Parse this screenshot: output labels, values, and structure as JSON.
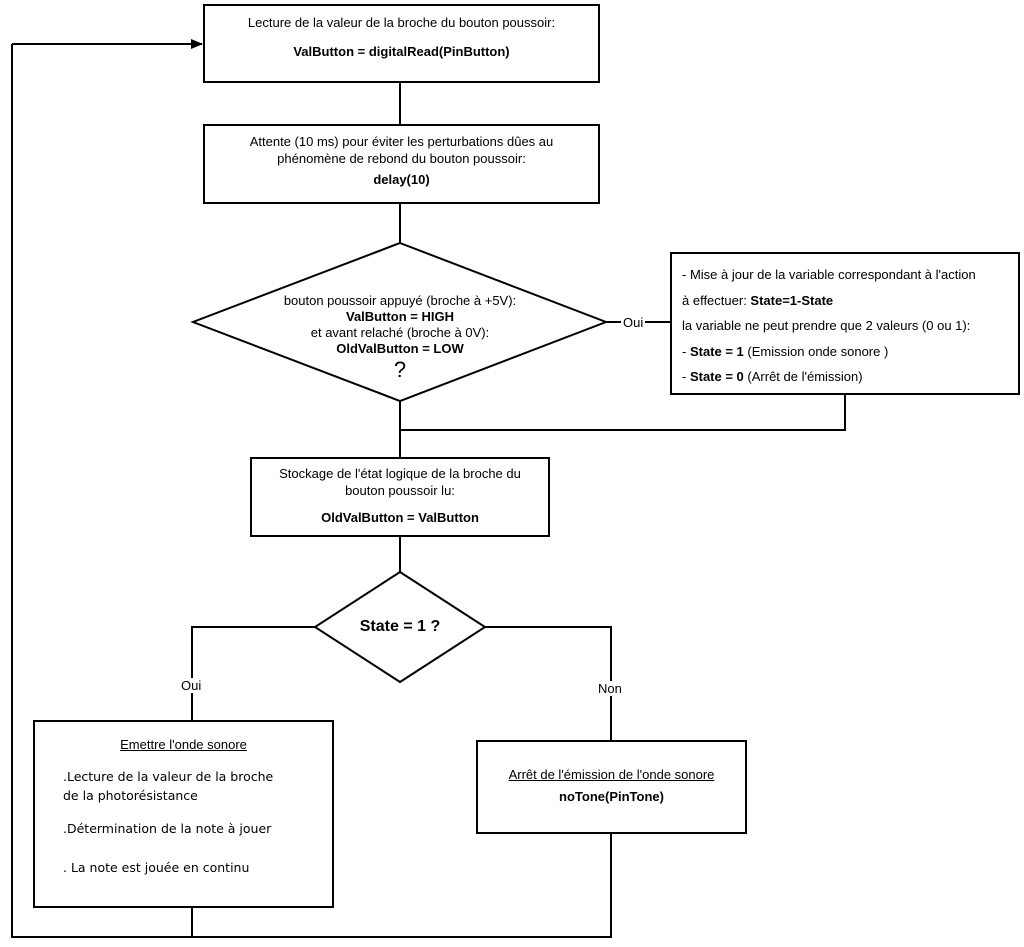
{
  "box_read": {
    "line1": "Lecture de la valeur de la broche du bouton poussoir:",
    "code": "ValButton = digitalRead(PinButton)"
  },
  "box_delay": {
    "line1": "Attente (10 ms) pour éviter les perturbations dûes au",
    "line2": "phénomène de rebond du bouton poussoir:",
    "code": "delay(10)"
  },
  "decision_press": {
    "line1": "bouton poussoir appuyé (broche à +5V):",
    "line2": "ValButton = HIGH",
    "line3": "et avant relaché (broche à 0V):",
    "line4": "OldValButton = LOW",
    "q": "?"
  },
  "label_oui_right": "Oui",
  "box_state_update": {
    "l1": "- Mise à jour de la variable correspondant à l'action",
    "l2a": "à effectuer: ",
    "l2b": "State=1-State",
    "l3": "la variable ne peut prendre que 2 valeurs (0 ou 1):",
    "l4a": "- ",
    "l4b": "State = 1",
    "l4c": " (Emission onde sonore )",
    "l5a": "- ",
    "l5b": "State = 0",
    "l5c": " (Arrêt de l'émission)"
  },
  "box_store": {
    "line1": "Stockage de l'état logique de la broche du",
    "line2": "bouton poussoir lu:",
    "code": "OldValButton = ValButton"
  },
  "decision_state": {
    "text": "State = 1 ?"
  },
  "label_oui_left": "Oui",
  "label_non": "Non",
  "box_emit": {
    "title": "Emettre l'onde sonore",
    "l1": ".Lecture de la valeur de la broche",
    "l2": "de la photorésistance",
    "l3": ".Détermination de la note à jouer",
    "l4": ". La note est jouée en continu"
  },
  "box_stop": {
    "title": "Arrêt de l'émission de l'onde sonore",
    "code": "noTone(PinTone)"
  }
}
